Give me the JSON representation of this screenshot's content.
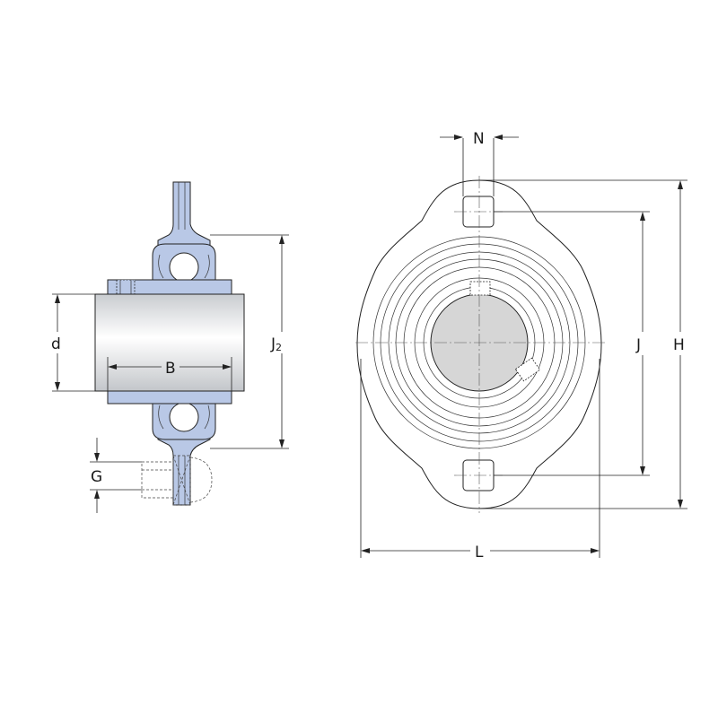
{
  "labels": {
    "d": "d",
    "B": "B",
    "J2_main": "J",
    "J2_sub": "2",
    "G": "G",
    "N": "N",
    "J": "J",
    "H": "H",
    "L": "L"
  },
  "colors": {
    "housing_blue": "#b9c8e6",
    "line": "#222222",
    "shaft_gradient_light": "#ffffff",
    "shaft_gradient_dark": "#c9ccd0",
    "insert_fill": "#d6d6d6"
  }
}
